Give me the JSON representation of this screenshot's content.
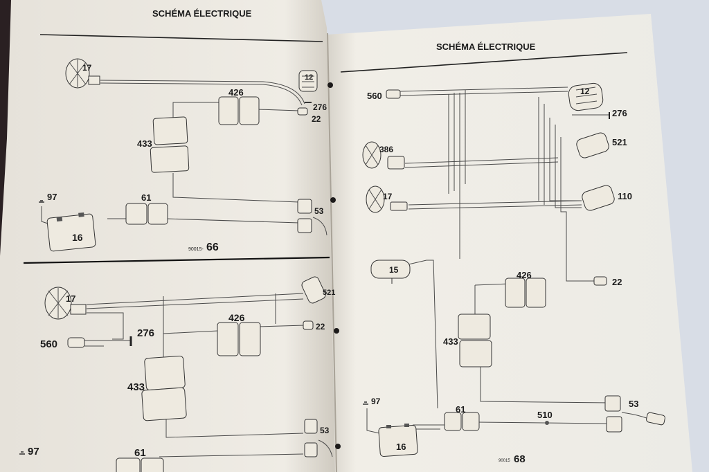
{
  "left_page": {
    "title": "SCHÉMA ÉLECTRIQUE",
    "top_diagram": {
      "labels": {
        "fan": "17",
        "alternator": "12",
        "ground": "276",
        "connector_426": "426",
        "sensor": "22",
        "connector_433": "433",
        "ground_97": "97",
        "connector_61": "61",
        "connector_53": "53",
        "battery": "16"
      },
      "page_ref": "90015-",
      "page_number": "66"
    },
    "bottom_diagram": {
      "labels": {
        "fan": "17",
        "connector_521": "521",
        "ground": "276",
        "switch_560": "560",
        "connector_426": "426",
        "sensor": "22",
        "connector_433": "433",
        "connector_53": "53",
        "ground_97": "97",
        "connector_61": "61"
      }
    }
  },
  "right_page": {
    "title": "SCHÉMA ÉLECTRIQUE",
    "labels": {
      "switch_560": "560",
      "alternator": "12",
      "ground": "276",
      "fan_386": "386",
      "connector_521": "521",
      "fan": "17",
      "connector_110": "110",
      "starter": "15",
      "connector_426": "426",
      "sensor": "22",
      "connector_433": "433",
      "ground_97": "97",
      "connector_61": "61",
      "junction_510": "510",
      "connector_53": "53",
      "battery": "16"
    },
    "page_ref": "90015",
    "page_number": "68"
  },
  "colors": {
    "paper_left": "#efece5",
    "paper_right": "#f1eee7",
    "background": "#d8dde6",
    "ink": "#1b1b1b"
  }
}
